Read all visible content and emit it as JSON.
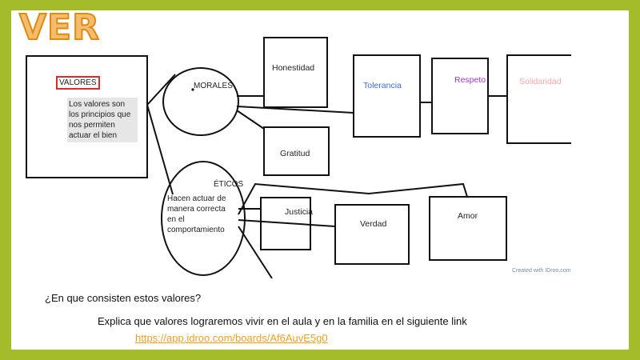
{
  "slide": {
    "title": "VER",
    "question": "¿En que consisten estos valores?",
    "instruction": "Explica que valores lograremos vivir en el aula y en la familia en el siguiente link",
    "link_text": "https://app.idroo.com/boards/Af6AuvE5g0"
  },
  "diagram": {
    "valores_label": "VALORES",
    "valores_definition": "Los valores son los principios que nos permiten actuar el bien",
    "morales_label": "MORALES",
    "eticos_label": "ÉTICOS",
    "eticos_text": "Hacen actuar de manera correcta en el comportamiento",
    "nodes": {
      "honestidad": "Honestidad",
      "gratitud": "Gratitud",
      "tolerancia": "Tolerancia",
      "respeto": "Respeto",
      "solidaridad": "Solidaridad",
      "justicia": "Justicia",
      "verdad": "Verdad",
      "amor": "Amor"
    },
    "caption": "Created with IDroo.com"
  },
  "colors": {
    "background": "#a4bc2a",
    "title_fill": "#f3bd6f",
    "tolerancia": "#3a6fd8",
    "respeto": "#9b35c9",
    "solidaridad": "#f0a8a8",
    "link": "#f0a020",
    "label_border": "#d32f2f"
  }
}
